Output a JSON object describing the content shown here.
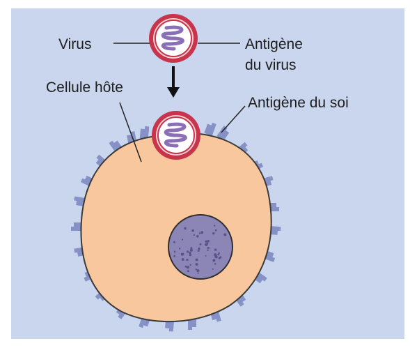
{
  "labels": {
    "virus": "Virus",
    "virus_antigen_line1": "Antigène",
    "virus_antigen_line2": "du virus",
    "host_cell": "Cellule hôte",
    "self_antigen": "Antigène du soi"
  },
  "colors": {
    "panel": "#c9d6ee",
    "cytoplasm": "#f9c79e",
    "cell_outline": "#3a3a3a",
    "nucleus": "#8c86b6",
    "self_antigen": "#8691c6",
    "virus_ring": "#c8344b",
    "virus_ring_inner": "#f6cfd2",
    "virus_genome": "#8a6fb6"
  }
}
